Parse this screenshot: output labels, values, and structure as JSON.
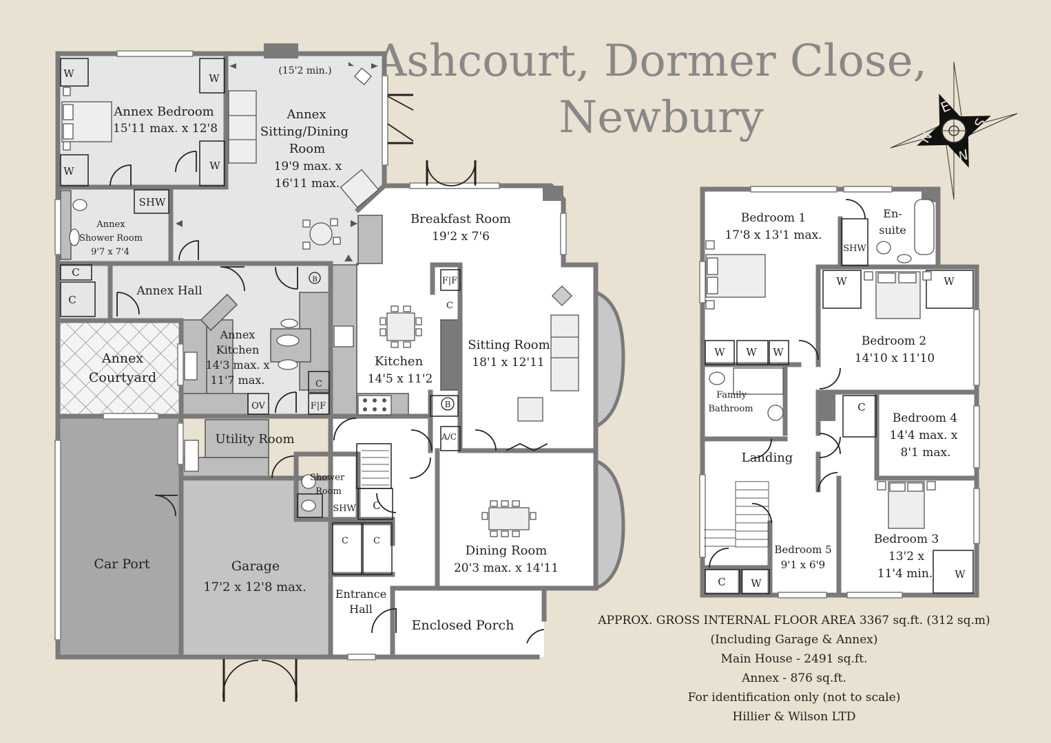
{
  "title": {
    "line1": "Ashcourt, Dormer Close,",
    "line2": "Newbury"
  },
  "compass": {
    "letters": [
      "N",
      "E",
      "S",
      "W"
    ]
  },
  "annex": {
    "bedroom": {
      "name": "Annex Bedroom",
      "size": "15'11 max. x 12'8"
    },
    "sitting_dining": {
      "line1": "Annex",
      "line2": "Sitting/Dining",
      "line3": "Room",
      "size1": "19'9 max. x",
      "size2": "16'11 max.",
      "note": "(15'2 min.)"
    },
    "shower_room": {
      "line1": "Annex",
      "line2": "Shower Room",
      "size": "9'7 x 7'4"
    },
    "hall": "Annex Hall",
    "kitchen": {
      "line1": "Annex",
      "line2": "Kitchen",
      "size1": "14'3 max. x",
      "size2": "11'7 max."
    },
    "courtyard": {
      "line1": "Annex",
      "line2": "Courtyard"
    }
  },
  "ground": {
    "breakfast": {
      "name": "Breakfast Room",
      "size": "19'2 x 7'6"
    },
    "kitchen": {
      "name": "Kitchen",
      "size": "14'5 x 11'2"
    },
    "sitting": {
      "name": "Sitting Room",
      "size": "18'1 x 12'11"
    },
    "utility": "Utility Room",
    "shower": {
      "line1": "Shower",
      "line2": "Room"
    },
    "dining": {
      "name": "Dining Room",
      "size": "20'3 max. x 14'11"
    },
    "entrance": {
      "line1": "Entrance",
      "line2": "Hall"
    },
    "porch": "Enclosed Porch",
    "carport": "Car Port",
    "garage": {
      "name": "Garage",
      "size": "17'2 x 12'8 max."
    }
  },
  "first": {
    "bedroom1": {
      "name": "Bedroom 1",
      "size": "17'8 x 13'1 max."
    },
    "ensuite": {
      "line1": "En-",
      "line2": "suite"
    },
    "bedroom2": {
      "name": "Bedroom 2",
      "size": "14'10 x 11'10"
    },
    "family_bathroom": {
      "line1": "Family",
      "line2": "Bathroom"
    },
    "bedroom4": {
      "name": "Bedroom 4",
      "size1": "14'4 max. x",
      "size2": "8'1 max."
    },
    "landing": "Landing",
    "bedroom5": {
      "name": "Bedroom 5",
      "size": "9'1 x 6'9"
    },
    "bedroom3": {
      "name": "Bedroom 3",
      "size1": "13'2 x",
      "size2": "11'4 min."
    }
  },
  "fixtures": {
    "wardrobe": "W",
    "cupboard": "C",
    "shower": "SHW",
    "fridge": "F|F",
    "oven": "OV",
    "boiler": "B",
    "aircon": "A/C"
  },
  "info": {
    "line1": "APPROX. GROSS INTERNAL FLOOR AREA 3367 sq.ft. (312 sq.m)",
    "line2": "(Including Garage & Annex)",
    "line3": "Main House - 2491 sq.ft.",
    "line4": "Annex - 876 sq.ft.",
    "line5": "For identification only (not to scale)",
    "line6": "Hillier & Wilson LTD"
  },
  "colors": {
    "background": "#e9e1d1",
    "wall": "#7a7a7a",
    "annex_floor": "#e6e6e6",
    "main_floor": "#ffffff",
    "garage_floor": "#c4c4c4",
    "carport_floor": "#a8a8a8",
    "title": "#888888"
  }
}
